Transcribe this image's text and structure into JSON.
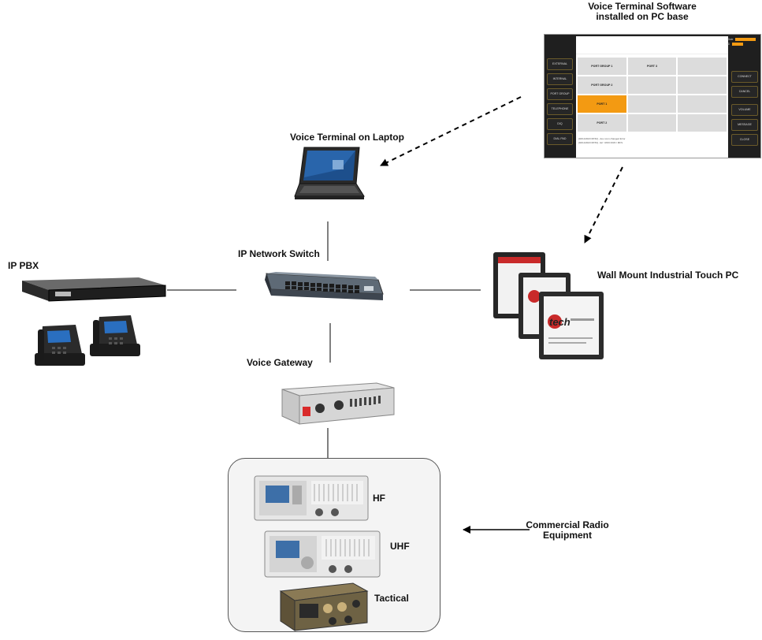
{
  "labels": {
    "voice_terminal_software": "Voice Terminal Software installed on PC base",
    "voice_terminal_laptop": "Voice Terminal on Laptop",
    "ip_network_switch": "IP Network Switch",
    "ip_pbx": "IP PBX",
    "wall_mount": "Wall Mount Industrial Touch PC",
    "voice_gateway": "Voice Gateway",
    "hf": "HF",
    "uhf": "UHF",
    "tactical": "Tactical",
    "commercial_radio": "Commercial Radio Equipment"
  },
  "screen": {
    "left_buttons": [
      "EXTERNAL",
      "INTERNAL",
      "PORT GROUP",
      "TELEPHONE",
      "DIQ",
      "DIAL PAD"
    ],
    "right_buttons": [
      "CONNECT",
      "CANCEL",
      "VOLUME",
      "MESSAGE",
      "CLOSE"
    ],
    "cells": [
      "PORT GROUP 1",
      "PORT 3",
      "",
      "PORT GROUP 2",
      "",
      "",
      "PORT 1",
      "",
      "",
      "PORT 2",
      "",
      ""
    ],
    "active_cell": "PORT 1",
    "status": [
      "State",
      "ID"
    ],
    "log": [
      "[04/11/2023 08:52] - dev conn changed  Error",
      "[04/11/2023 08:53] - Err: 0/0/0 0/0/0 / MFS"
    ]
  },
  "tactical_brand": "tech",
  "colors": {
    "accent_orange": "#f39a12",
    "screen_bg": "#1f1f1f",
    "line": "#000000",
    "box_border": "#555555",
    "box_fill": "#f4f4f4"
  }
}
